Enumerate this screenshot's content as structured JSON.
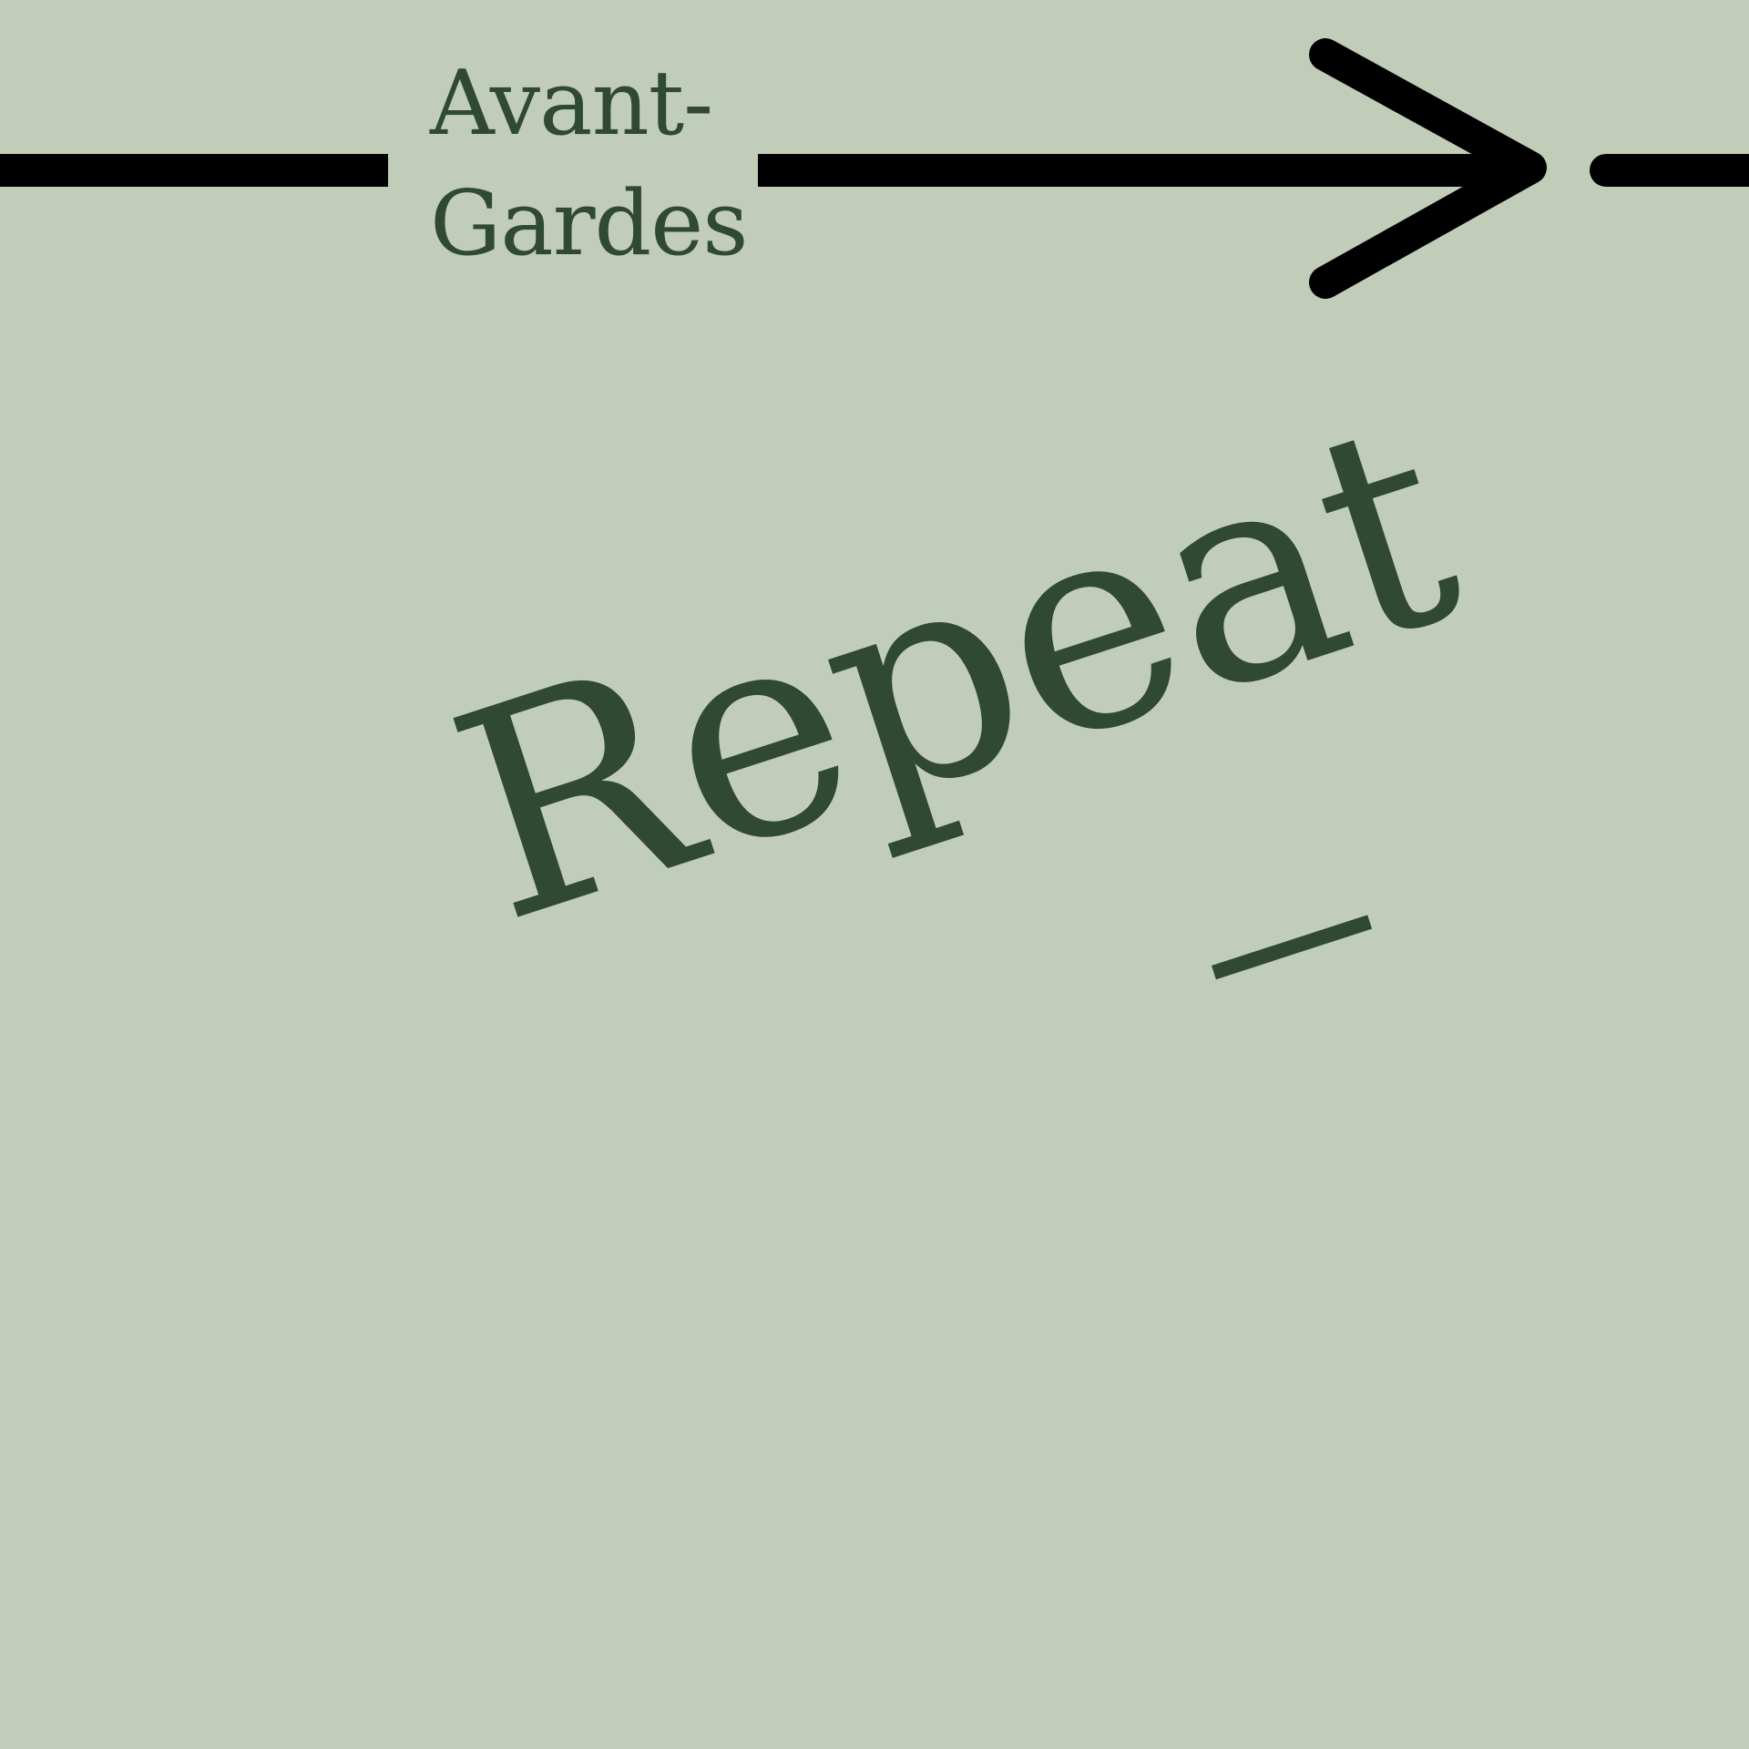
{
  "brand": {
    "line1": "Avant-",
    "line2": "Gardes"
  },
  "headline": "Repeat",
  "icons": {
    "arrow": "arrow-right-icon"
  },
  "colors": {
    "background": "#c1cdb8",
    "text": "#2f4a30",
    "lines": "#000000"
  }
}
